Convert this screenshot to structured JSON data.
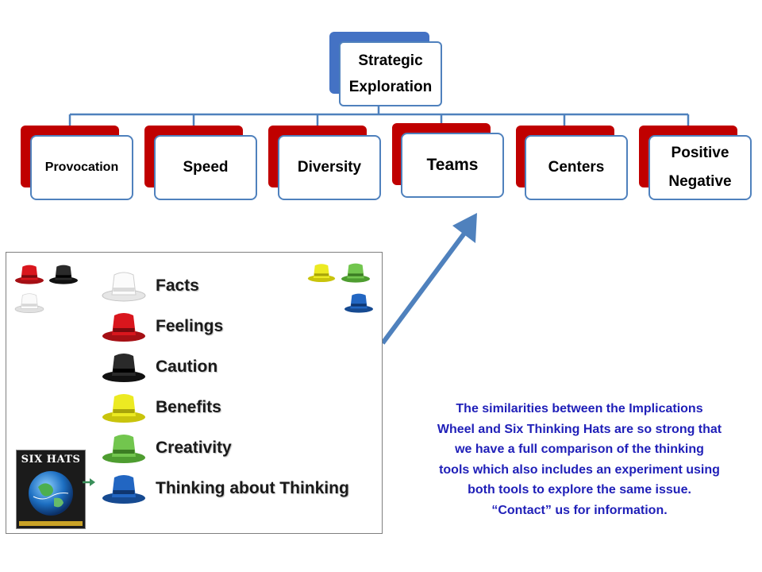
{
  "diagram": {
    "root": {
      "line1": "Strategic",
      "line2": "Exploration"
    },
    "children": [
      {
        "line1": "Provocation",
        "line2": ""
      },
      {
        "line1": "Speed",
        "line2": ""
      },
      {
        "line1": "Diversity",
        "line2": ""
      },
      {
        "line1": "Teams",
        "line2": ""
      },
      {
        "line1": "Centers",
        "line2": ""
      },
      {
        "line1": "Positive",
        "line2": "Negative"
      }
    ],
    "colors": {
      "root": "#4472c4",
      "child_back": "#c00000",
      "border": "#4f81bd",
      "arrow": "#4f81bd"
    }
  },
  "hats": {
    "items": [
      {
        "label": "Facts",
        "color": "#f2f2f2",
        "icon": "white-hat-icon"
      },
      {
        "label": "Feelings",
        "color": "#d9161d",
        "icon": "red-hat-icon"
      },
      {
        "label": "Caution",
        "color": "#262626",
        "icon": "black-hat-icon"
      },
      {
        "label": "Benefits",
        "color": "#e8e51a",
        "icon": "yellow-hat-icon"
      },
      {
        "label": "Creativity",
        "color": "#6cc24a",
        "icon": "green-hat-icon"
      },
      {
        "label": "Thinking about Thinking",
        "color": "#1f5fb5",
        "icon": "blue-hat-icon"
      }
    ],
    "book": {
      "title": "SIX HATS",
      "icon": "six-hats-book-cover-icon"
    }
  },
  "note": {
    "lines": [
      "The similarities  between the Implications",
      "Wheel and Six Thinking Hats are so strong that",
      "we have a full comparison  of the thinking",
      "tools which also includes an experiment using",
      "both tools to explore the same issue.",
      "“Contact”  us for information."
    ],
    "color": "#1f1fb8"
  }
}
